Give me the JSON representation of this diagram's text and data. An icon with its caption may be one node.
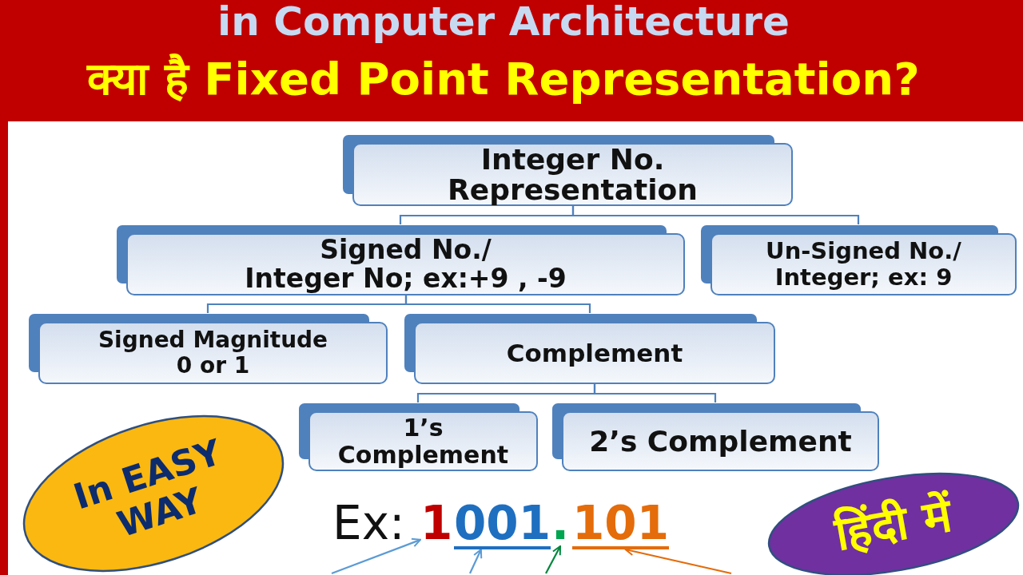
{
  "diagram": {
    "title": "क्या है Fixed Point Representation?",
    "nodes": [
      {
        "text": [
          "Integer No. Representation"
        ]
      },
      {
        "text": [
          "Signed No./ Integer No; ex:+9 , -9"
        ]
      },
      {
        "text": [
          "Un-Signed No./ Integer; ex: 9"
        ]
      },
      {
        "text": [
          "Signed Magnitude 0 or 1"
        ]
      },
      {
        "text": [
          "Complement"
        ]
      },
      {
        "text": [
          "1’s Complement"
        ]
      },
      {
        "text": [
          "2’s Complement"
        ]
      },
      {
        "text": [
          "In EASY WAY"
        ]
      },
      {
        "text": [
          "1"
        ]
      },
      {
        "text": [
          "001"
        ]
      },
      {
        "text": [
          "."
        ]
      },
      {
        "text": [
          "101"
        ]
      },
      {
        "text": [
          "हिंदी में"
        ]
      }
    ],
    "edges": [
      {
        "from": 0,
        "to": 1,
        "arrow": "none"
      },
      {
        "from": 0,
        "to": 2,
        "arrow": "none"
      },
      {
        "from": 1,
        "to": 3,
        "arrow": "none"
      },
      {
        "from": 1,
        "to": 4,
        "arrow": "none"
      },
      {
        "from": 4,
        "to": 5,
        "arrow": "none"
      },
      {
        "from": 4,
        "to": 6,
        "arrow": "none"
      },
      {
        "from": null,
        "to": 8,
        "arrow": "to",
        "color": "#5b9bd5"
      },
      {
        "from": null,
        "to": 9,
        "arrow": "to",
        "color": "#5b9bd5"
      },
      {
        "from": null,
        "to": 10,
        "arrow": "to",
        "color": "#00863d"
      },
      {
        "from": null,
        "to": 11,
        "arrow": "to",
        "color": "#e46c0a"
      }
    ],
    "labels": [
      "in Computer Architecture",
      "Ex:"
    ]
  }
}
